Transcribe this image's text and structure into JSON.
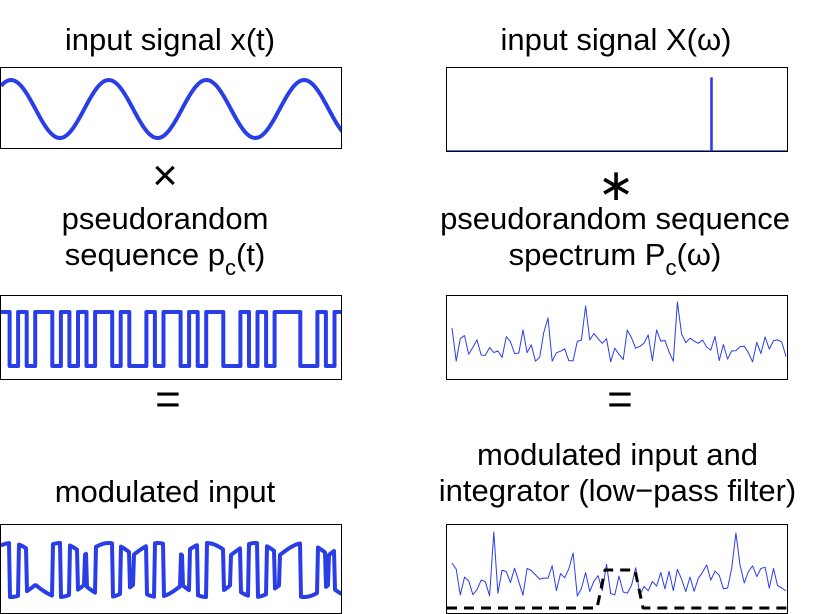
{
  "colors": {
    "signal": "#2a3ee8",
    "filter": "#000000"
  },
  "labels": {
    "left_1": "input signal x(t)",
    "right_1": "input signal X(ω)",
    "left_2a": "pseudorandom",
    "left_2b_pre": "sequence p",
    "left_2b_sub": "c",
    "left_2b_post": "(t)",
    "right_2a": "pseudorandom sequence",
    "right_2b_pre": "spectrum P",
    "right_2b_sub": "c",
    "right_2b_post": "(ω)",
    "left_3": "modulated input",
    "right_3a": "modulated input and",
    "right_3b": "integrator (low−pass filter)"
  },
  "operators": {
    "multiply": "×",
    "convolve": "∗",
    "equals_left": "=",
    "equals_right": "="
  }
}
